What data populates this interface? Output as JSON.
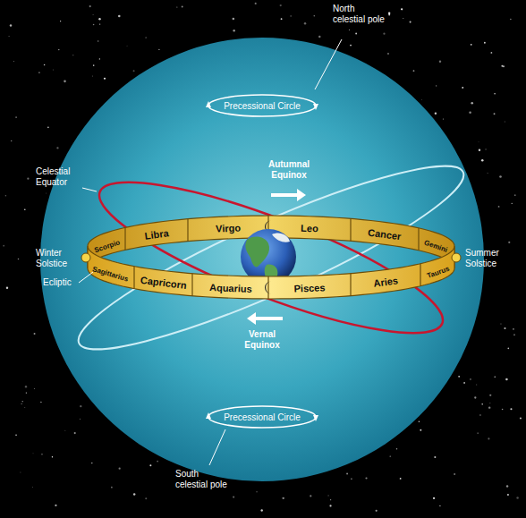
{
  "diagram": {
    "nodes": [
      {
        "text": [
          "Precessional Circle"
        ]
      },
      {
        "text": [
          "Scorpio"
        ]
      },
      {
        "text": [
          "Libra"
        ]
      },
      {
        "text": [
          "Virgo"
        ]
      },
      {
        "text": [
          "Leo"
        ]
      },
      {
        "text": [
          "Cancer"
        ]
      },
      {
        "text": [
          "Gemini"
        ]
      },
      {
        "text": [
          "Sagittarius"
        ]
      },
      {
        "text": [
          "Capricorn"
        ]
      },
      {
        "text": [
          "Aquarius"
        ]
      },
      {
        "text": [
          "Pisces"
        ]
      },
      {
        "text": [
          "Aries"
        ]
      },
      {
        "text": [
          "Taurus"
        ]
      },
      {
        "text": [
          "Precessional Circle"
        ]
      }
    ],
    "labels": [
      "North celestial pole",
      "Celestial Equator",
      "Autumnal Equinox",
      "Winter Solstice",
      "Summer Solstice",
      "Ecliptic",
      "Vernal Equinox",
      "South celestial pole"
    ]
  }
}
